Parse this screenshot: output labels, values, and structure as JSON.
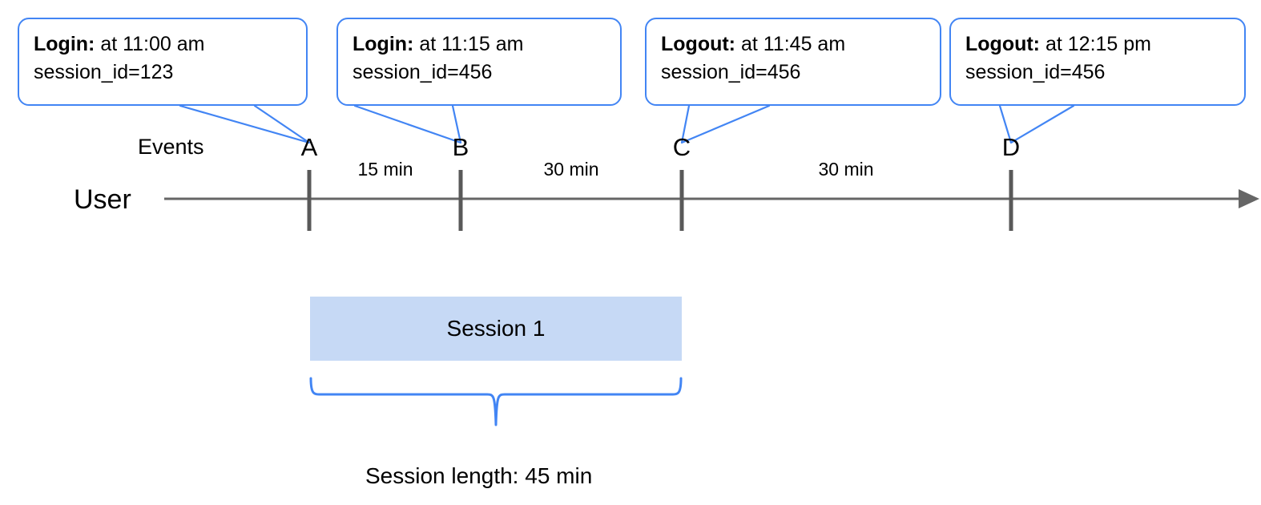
{
  "diagram": {
    "title_caption": "Session length: 45 min",
    "row_labels": {
      "events": "Events",
      "user": "User"
    },
    "colors": {
      "callout_stroke": "#4285f4",
      "brace_stroke": "#4285f4",
      "session_fill": "#c6d9f5",
      "axis": "#666666",
      "tick": "#595959",
      "text": "#000000"
    },
    "callouts": [
      {
        "id": "callout-a",
        "label": "Login:",
        "time_text": "at 11:00 am",
        "session_line": "session_id=123",
        "points_to": "A"
      },
      {
        "id": "callout-b",
        "label": "Login:",
        "time_text": "at 11:15 am",
        "session_line": "session_id=456",
        "points_to": "B"
      },
      {
        "id": "callout-c",
        "label": "Logout:",
        "time_text": "at 11:45 am",
        "session_line": "session_id=456",
        "points_to": "C"
      },
      {
        "id": "callout-d",
        "label": "Logout:",
        "time_text": "at 12:15 pm",
        "session_line": "session_id=456",
        "points_to": "D"
      }
    ],
    "events": [
      {
        "letter": "A",
        "time": "11:00 am",
        "type": "Login",
        "session_id": "123"
      },
      {
        "letter": "B",
        "time": "11:15 am",
        "type": "Login",
        "session_id": "456"
      },
      {
        "letter": "C",
        "time": "11:45 am",
        "type": "Logout",
        "session_id": "456"
      },
      {
        "letter": "D",
        "time": "12:15 pm",
        "type": "Logout",
        "session_id": "456"
      }
    ],
    "intervals": [
      {
        "from": "A",
        "to": "B",
        "text": "15 min"
      },
      {
        "from": "B",
        "to": "C",
        "text": "30 min"
      },
      {
        "from": "C",
        "to": "D",
        "text": "30 min"
      }
    ],
    "session": {
      "name": "Session 1",
      "starts_at": "A",
      "ends_at": "C",
      "length_text": "Session length: 45 min"
    }
  }
}
